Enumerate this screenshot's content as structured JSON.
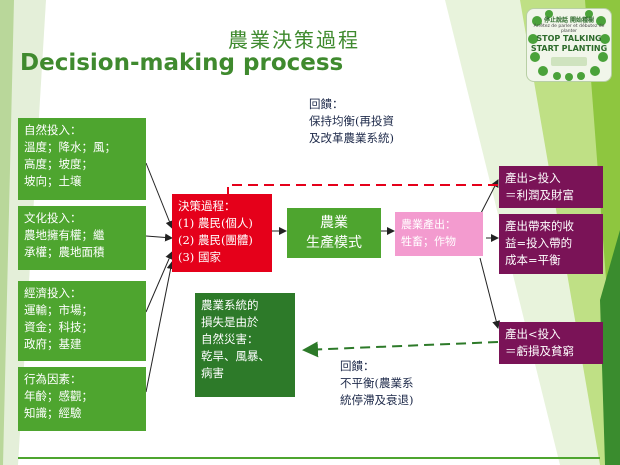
{
  "title_zh": "農業決策過程",
  "title_en": "Decision-making process",
  "logo": {
    "line1": "停止說話 開始種樹",
    "line2": "Arrêtez de parler et débutez de planter",
    "line3": "STOP TALKING",
    "line4": "START PLANTING",
    "colors": {
      "green": "#4aa23a",
      "dark": "#2d6b2b"
    }
  },
  "inputs": [
    {
      "lines": [
        "自然投入：",
        "溫度；降水；風；",
        "高度；坡度；",
        "坡向；土壤"
      ]
    },
    {
      "lines": [
        "文化投入：",
        "農地擁有權；繼",
        "承權；農地面積"
      ]
    },
    {
      "lines": [
        "經濟投入：",
        "運輸；市場；",
        "資金；科技；",
        "政府；基建"
      ]
    },
    {
      "lines": [
        "行為因素：",
        "年齡；感觀；",
        "知識；經驗"
      ]
    }
  ],
  "decision": {
    "lines": [
      "決策過程：",
      "(1) 農民(個人)",
      "(2) 農民(團體)",
      "(3) 國家"
    ]
  },
  "mode": {
    "lines": [
      "農業",
      "生產模式"
    ]
  },
  "output": {
    "lines": [
      "農業產出：",
      "牲畜；作物"
    ]
  },
  "results": [
    {
      "lines": [
        "產出>投入",
        "＝利潤及財富"
      ]
    },
    {
      "lines": [
        "產出帶來的收",
        "益=投入帶的",
        "成本=平衡"
      ]
    },
    {
      "lines": [
        "產出<投入",
        "＝虧損及貧窮"
      ]
    }
  ],
  "feedback_top": {
    "lines": [
      "回饋：",
      "保持均衡(再投資",
      "及改革農業系統)"
    ]
  },
  "feedback_bottom": {
    "lines": [
      "回饋：",
      "不平衡(農業系",
      "統停滯及衰退)"
    ]
  },
  "loss": {
    "lines": [
      "農業系統的",
      "損失是由於",
      "自然災害：",
      "乾旱、風暴、",
      "病害"
    ]
  },
  "colors": {
    "accent_green": "#4ea52f",
    "dark_green": "#2d7a29",
    "red": "#e5001a",
    "purple": "#7a1357",
    "pink": "#f39bcf",
    "dashed_red": "#e5001a",
    "dashed_green": "#2d7a29"
  }
}
